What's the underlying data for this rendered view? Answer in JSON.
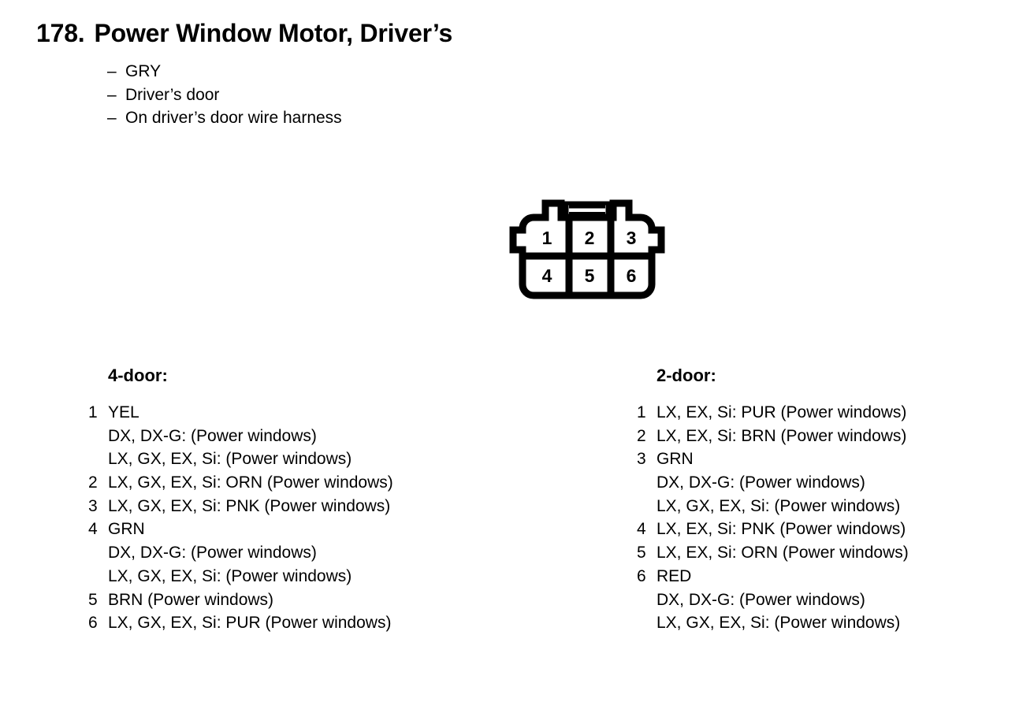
{
  "header": {
    "number": "178.",
    "title": "Power Window Motor, Driver’s",
    "bullets": [
      "GRY",
      "Driver’s door",
      "On driver’s door wire harness"
    ],
    "dash": "–"
  },
  "connector": {
    "name": "6-pin-connector",
    "rows": 2,
    "columns": 3,
    "cavities": [
      {
        "pin": "1"
      },
      {
        "pin": "2"
      },
      {
        "pin": "3"
      },
      {
        "pin": "4"
      },
      {
        "pin": "5"
      },
      {
        "pin": "6"
      }
    ],
    "stroke_color": "#000000",
    "fill_color": "#ffffff"
  },
  "columns": [
    {
      "heading": "4-door:",
      "lines": [
        {
          "pin": "1",
          "text": "YEL"
        },
        {
          "pin": "",
          "text": "DX, DX-G: (Power windows)"
        },
        {
          "pin": "",
          "text": "LX, GX, EX, Si: (Power windows)"
        },
        {
          "pin": "2",
          "text": "LX, GX, EX, Si: ORN (Power windows)"
        },
        {
          "pin": "3",
          "text": "LX, GX, EX, Si: PNK (Power windows)"
        },
        {
          "pin": "4",
          "text": "GRN"
        },
        {
          "pin": "",
          "text": "DX, DX-G: (Power windows)"
        },
        {
          "pin": "",
          "text": "LX, GX, EX, Si: (Power windows)"
        },
        {
          "pin": "5",
          "text": "BRN (Power windows)"
        },
        {
          "pin": "6",
          "text": "LX, GX, EX, Si: PUR (Power windows)"
        }
      ]
    },
    {
      "heading": "2-door:",
      "lines": [
        {
          "pin": "1",
          "text": "LX, EX, Si: PUR (Power windows)"
        },
        {
          "pin": "2",
          "text": "LX, EX, Si: BRN (Power windows)"
        },
        {
          "pin": "3",
          "text": "GRN"
        },
        {
          "pin": "",
          "text": "DX, DX-G: (Power windows)"
        },
        {
          "pin": "",
          "text": "LX, GX, EX, Si: (Power windows)"
        },
        {
          "pin": "4",
          "text": "LX, EX, Si: PNK (Power windows)"
        },
        {
          "pin": "5",
          "text": "LX, EX, Si: ORN (Power windows)"
        },
        {
          "pin": "6",
          "text": "RED"
        },
        {
          "pin": "",
          "text": "DX, DX-G: (Power windows)"
        },
        {
          "pin": "",
          "text": "LX, GX, EX, Si: (Power windows)"
        }
      ]
    }
  ]
}
